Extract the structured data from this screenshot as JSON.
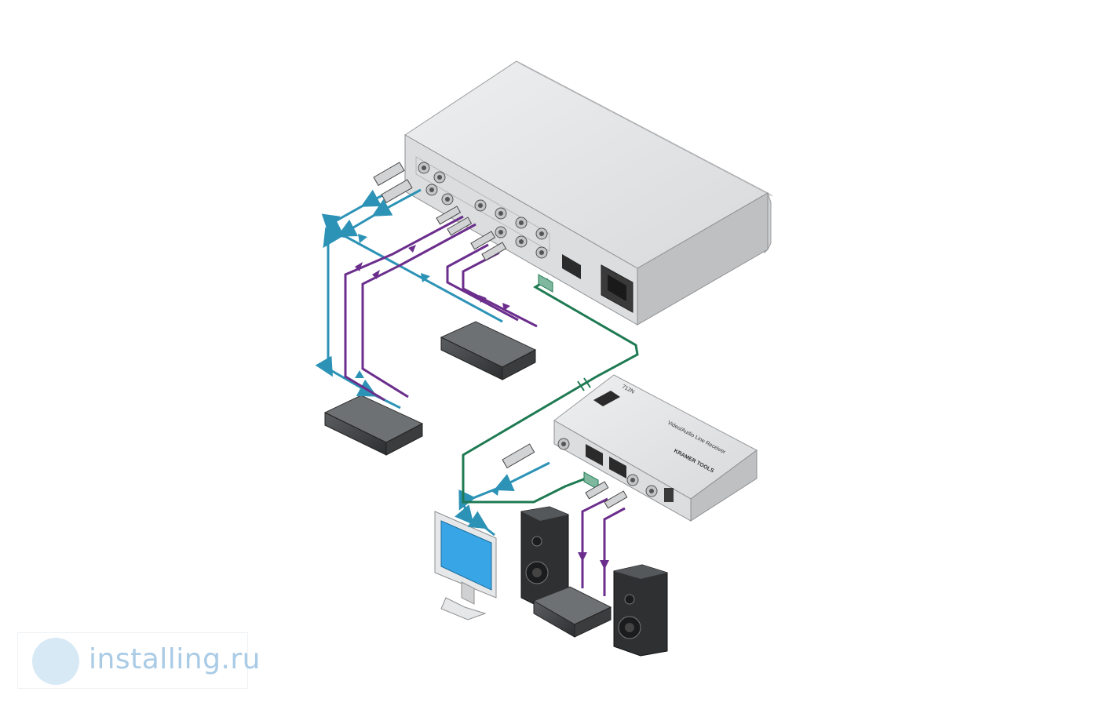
{
  "receiver": {
    "brand": "KRAMER TOOLS",
    "model": "712N",
    "description": "Video/Audio Line Receiver"
  },
  "watermark": {
    "text": "installing.ru"
  },
  "colors": {
    "video_cable": "#2d93b6",
    "audio_cable": "#6b2e8c",
    "line_cable": "#1e7a52",
    "device_fill": "#e4e5e6",
    "device_dark": "#3b3d3f"
  },
  "icons": [
    "transmitter-device",
    "receiver-device",
    "video-source-icon",
    "audio-source-icon",
    "monitor-icon",
    "speaker-icon",
    "amplifier-icon",
    "watermark-logo-icon"
  ]
}
